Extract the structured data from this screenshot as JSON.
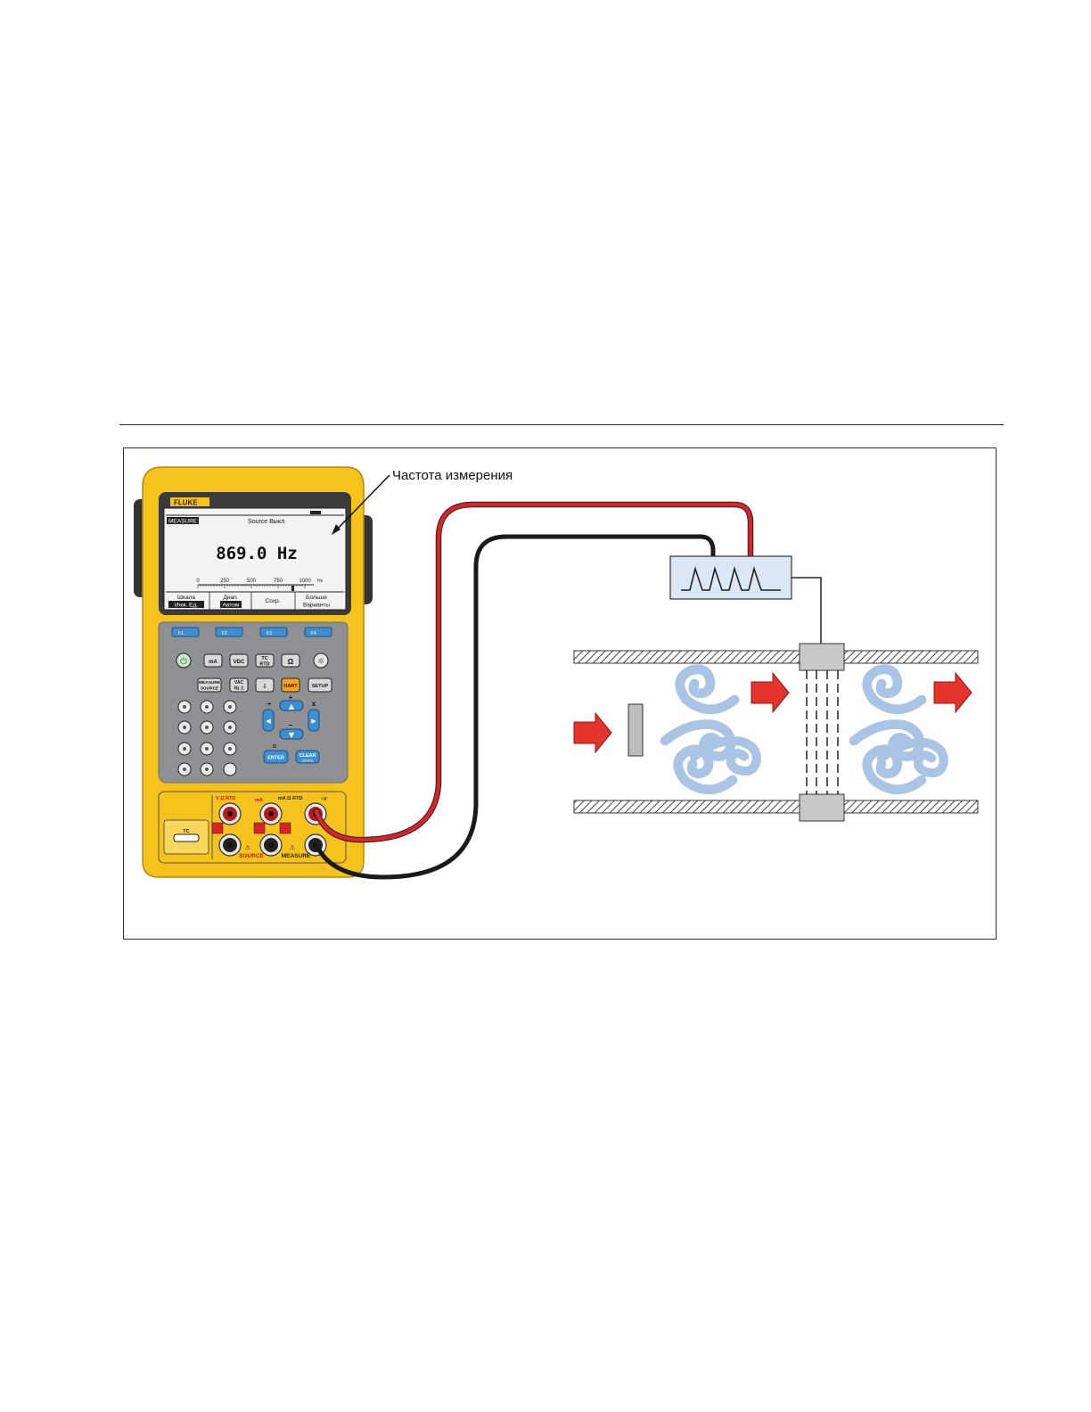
{
  "callout": "Частота измерения",
  "brand": "FLUKE",
  "lcd": {
    "mode": "MEASURE",
    "source_status": "Source  Выкл.",
    "reading": "869.0 Hz",
    "scale_ticks": [
      "0",
      "250",
      "500",
      "750",
      "1000"
    ],
    "scale_unit": "Hz",
    "softkeys": [
      {
        "top": "Шкала",
        "bottom": "Инж. Ед."
      },
      {
        "top": "Диап.",
        "bottom": "Автом"
      },
      {
        "top": "",
        "bottom": "Сохр."
      },
      {
        "top": "Больше",
        "bottom": "Варианты"
      }
    ]
  },
  "fkeys": [
    "F1",
    "F2",
    "F3",
    "F4"
  ],
  "keys": {
    "ma": "mA",
    "vdc": "VDC",
    "tc": "TC",
    "rtd": "RTD",
    "ohm": "Ω",
    "measure": "MEASURE",
    "source": "SOURCE",
    "vac": "VAC",
    "hz": "Hz ⎍",
    "hart": "HART",
    "setup": "SETUP",
    "enter": "ENTER",
    "clear": "CLEAR",
    "clear_sub": "(ZERO)",
    "plus": "+",
    "minus": "−",
    "div": "÷",
    "mul": "x",
    "eq": "="
  },
  "jacks": {
    "v_rtd": "V Ω RTD",
    "ma": "mA",
    "ma_rtd": "mA Ω RTD",
    "v": "~V",
    "source": "SOURCE",
    "measure": "MEASURE",
    "tc": "TC"
  },
  "colors": {
    "case_yellow": "#f6c21c",
    "case_dark": "#333333",
    "lead_red": "#d8232a",
    "lead_black": "#1a1a1a",
    "arrow_red": "#e5322d",
    "vortex_blue": "#a9c4e4",
    "sensor_fill": "#dbe7f5",
    "key_blue": "#3d8fd1"
  }
}
